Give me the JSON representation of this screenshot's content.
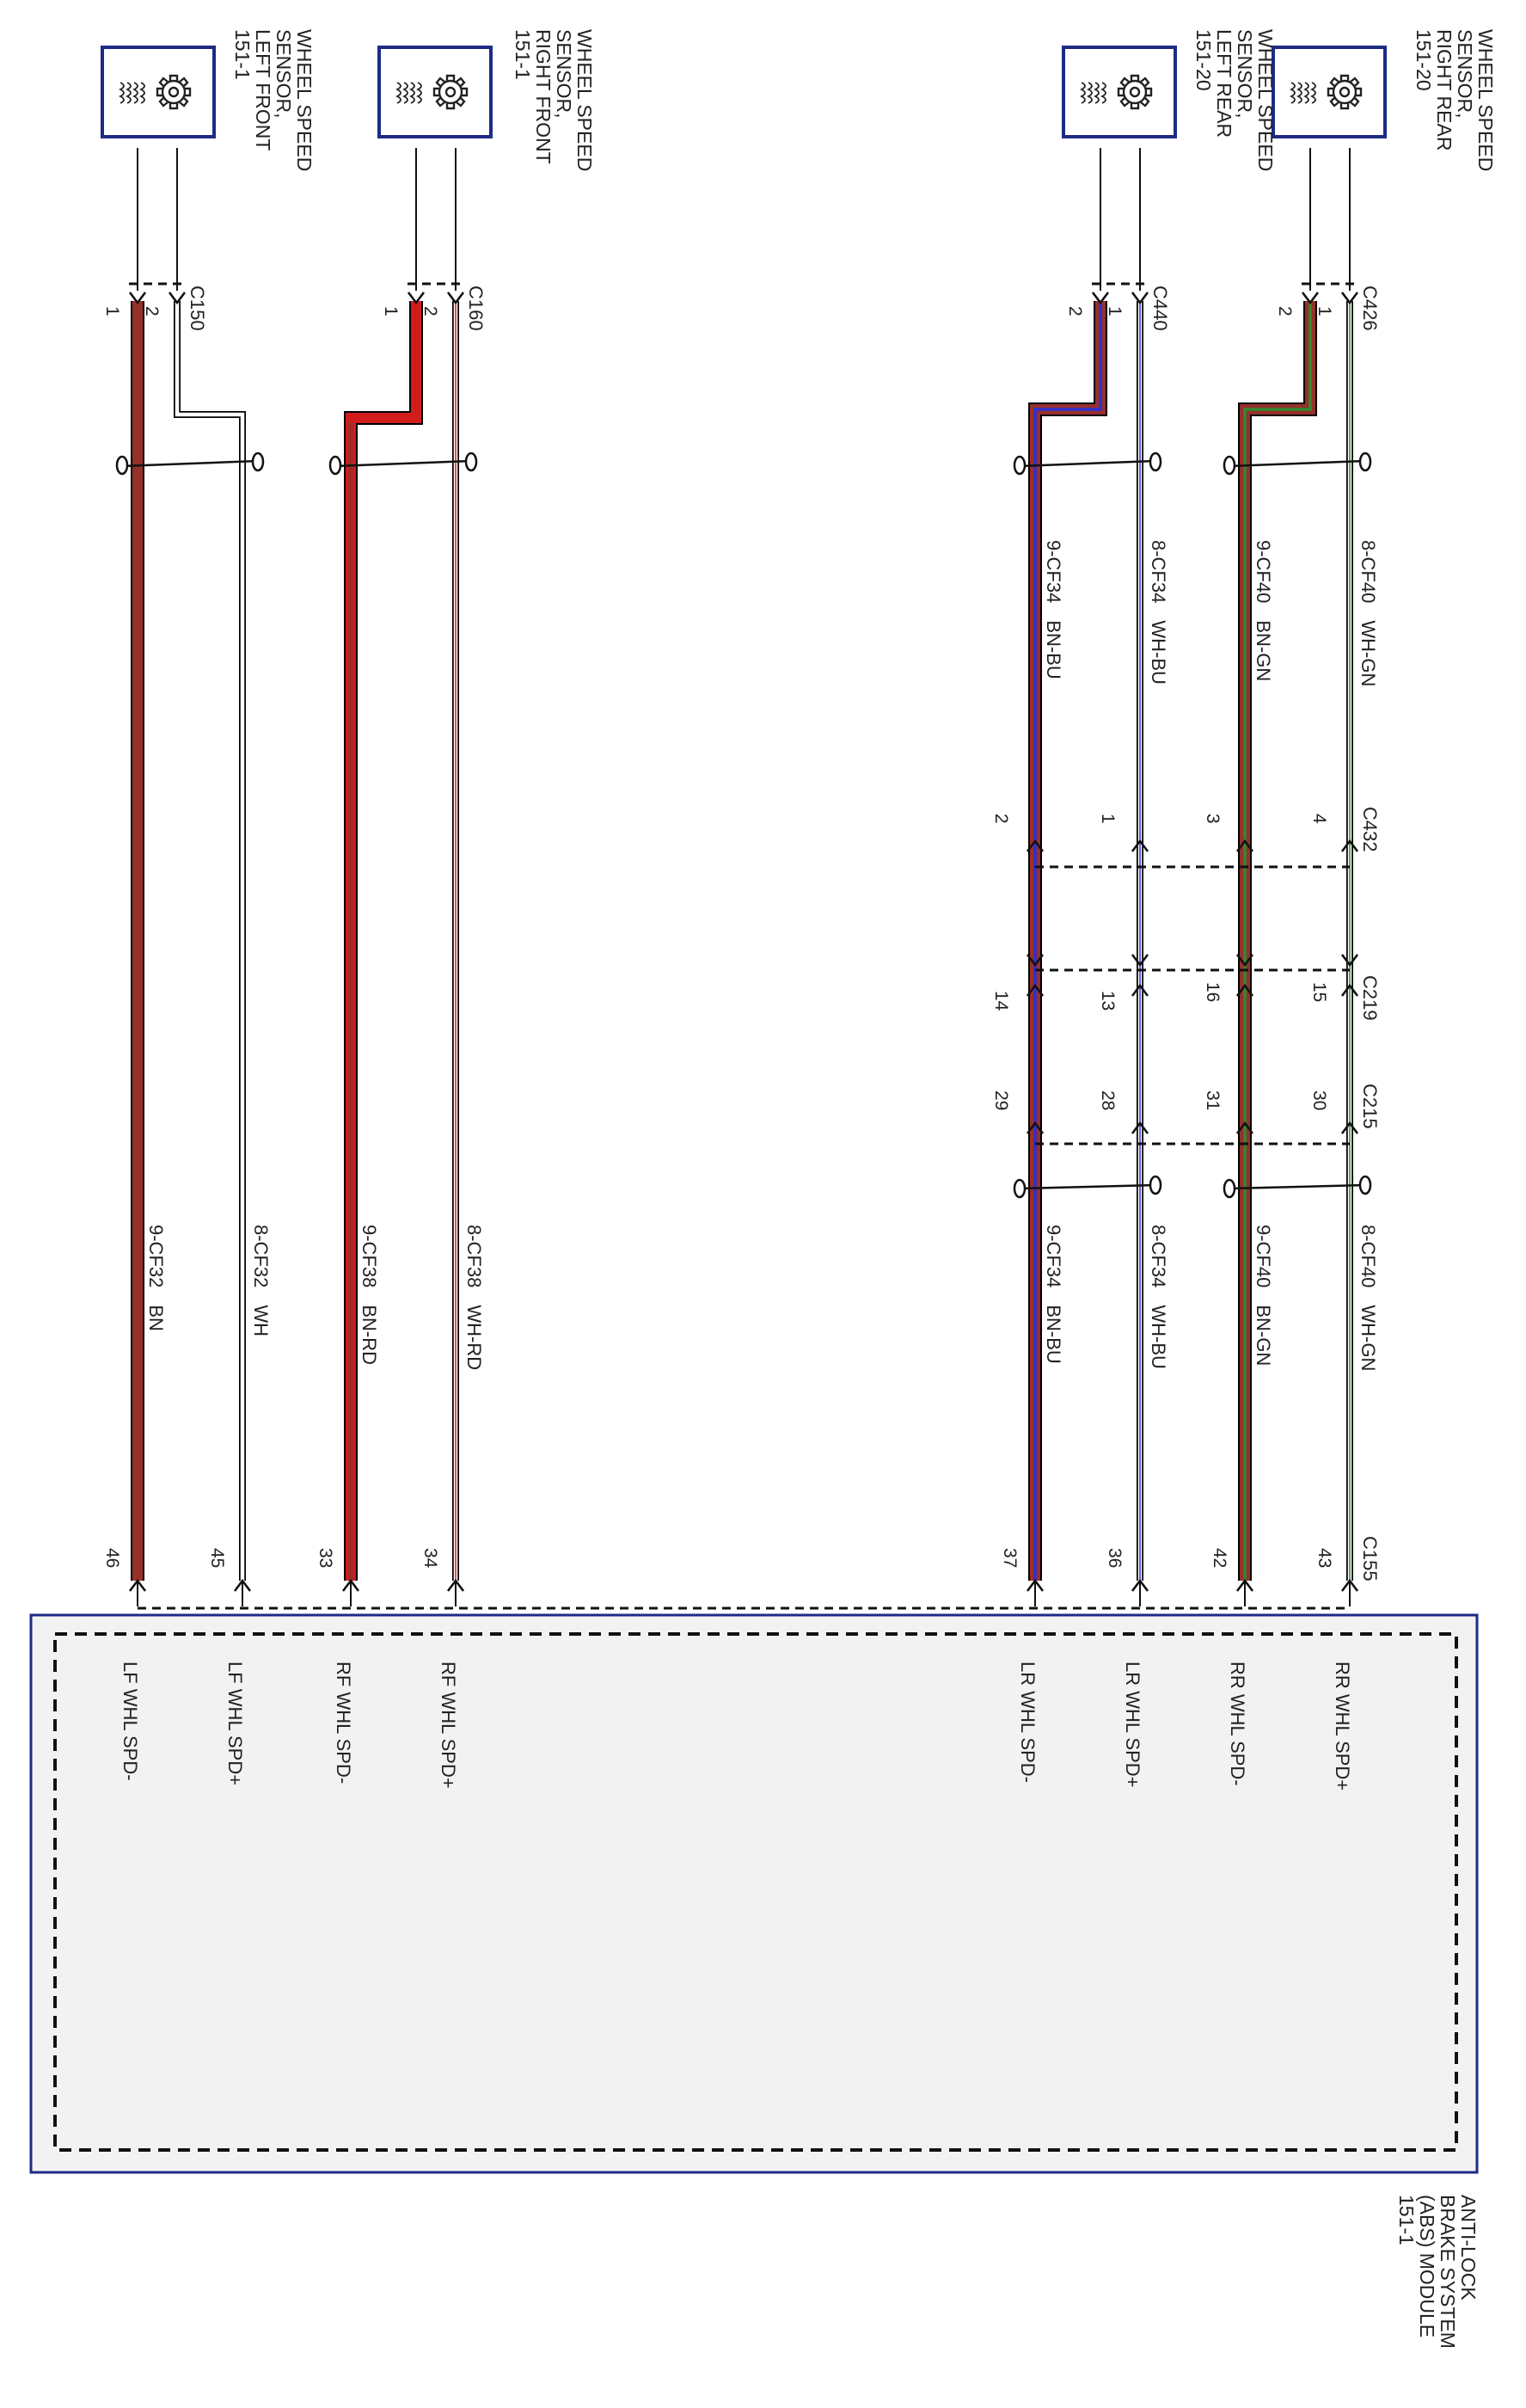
{
  "colors": {
    "frame": "#1d2b86",
    "module_fill": "#f2f2f2",
    "text": "#222222",
    "wire_outline": "#000000",
    "BN": "#96302b",
    "RD": "#d21c1c",
    "WH": "#ffffff",
    "BU": "#2f2fd0",
    "GN": "#2f8a2f"
  },
  "sensors": [
    {
      "id": "lf",
      "text": "WHEEL SPEED SENSOR, LEFT FRONT 151-1",
      "lines": [
        "WHEEL SPEED",
        "SENSOR,",
        "LEFT FRONT",
        "151-1"
      ],
      "icon": "gear-coil-sensor-icon"
    },
    {
      "id": "rf",
      "text": "WHEEL SPEED SENSOR, RIGHT FRONT 151-1",
      "lines": [
        "WHEEL SPEED",
        "SENSOR,",
        "RIGHT FRONT",
        "151-1"
      ],
      "icon": "gear-coil-sensor-icon"
    },
    {
      "id": "lr",
      "text": "WHEEL SPEED SENSOR, LEFT REAR 151-20",
      "lines": [
        "WHEEL SPEED",
        "SENSOR,",
        "LEFT REAR",
        "151-20"
      ],
      "icon": "gear-coil-sensor-icon"
    },
    {
      "id": "rr",
      "text": "WHEEL SPEED SENSOR, RIGHT REAR 151-20",
      "lines": [
        "WHEEL SPEED",
        "SENSOR,",
        "RIGHT REAR",
        "151-20"
      ],
      "icon": "gear-coil-sensor-icon"
    }
  ],
  "connectors": {
    "C150": {
      "label": "C150",
      "pins": [
        "1",
        "2"
      ]
    },
    "C160": {
      "label": "C160",
      "pins": [
        "1",
        "2"
      ]
    },
    "C440": {
      "label": "C440",
      "pins": [
        "2",
        "1"
      ]
    },
    "C426": {
      "label": "C426",
      "pins": [
        "2",
        "1"
      ]
    },
    "C432": {
      "label": "C432",
      "pins": [
        "2",
        "1",
        "3",
        "4"
      ]
    },
    "C219": {
      "label": "C219",
      "pins": [
        "14",
        "13",
        "16",
        "15"
      ]
    },
    "C215": {
      "label": "C215",
      "pins": [
        "29",
        "28",
        "31",
        "30"
      ]
    },
    "C155": {
      "label": "C155",
      "pins": [
        "46",
        "45",
        "33",
        "34",
        "37",
        "36",
        "42",
        "43"
      ]
    }
  },
  "wires": [
    {
      "circuit": "9-CF32",
      "color": "BN",
      "upper_circuit": "",
      "upper_color": ""
    },
    {
      "circuit": "8-CF32",
      "color": "WH",
      "upper_circuit": "",
      "upper_color": ""
    },
    {
      "circuit": "9-CF38",
      "color": "BN-RD",
      "upper_circuit": "",
      "upper_color": ""
    },
    {
      "circuit": "8-CF38",
      "color": "WH-RD",
      "upper_circuit": "",
      "upper_color": ""
    },
    {
      "circuit": "9-CF34",
      "color": "BN-BU",
      "upper_circuit": "9-CF34",
      "upper_color": "BN-BU"
    },
    {
      "circuit": "8-CF34",
      "color": "WH-BU",
      "upper_circuit": "8-CF34",
      "upper_color": "WH-BU"
    },
    {
      "circuit": "9-CF40",
      "color": "BN-GN",
      "upper_circuit": "9-CF40",
      "upper_color": "BN-GN"
    },
    {
      "circuit": "8-CF40",
      "color": "WH-GN",
      "upper_circuit": "8-CF40",
      "upper_color": "WH-GN"
    }
  ],
  "module": {
    "text": "ANTI-LOCK BRAKE SYSTEM (ABS) MODULE 151-1",
    "lines": [
      "ANTI-LOCK",
      "BRAKE SYSTEM",
      "(ABS) MODULE",
      "151-1"
    ],
    "pins": [
      "LF WHL SPD-",
      "LF WHL SPD+",
      "RF WHL SPD-",
      "RF WHL SPD+",
      "LR WHL SPD-",
      "LR WHL SPD+",
      "RR WHL SPD-",
      "RR WHL SPD+"
    ]
  }
}
